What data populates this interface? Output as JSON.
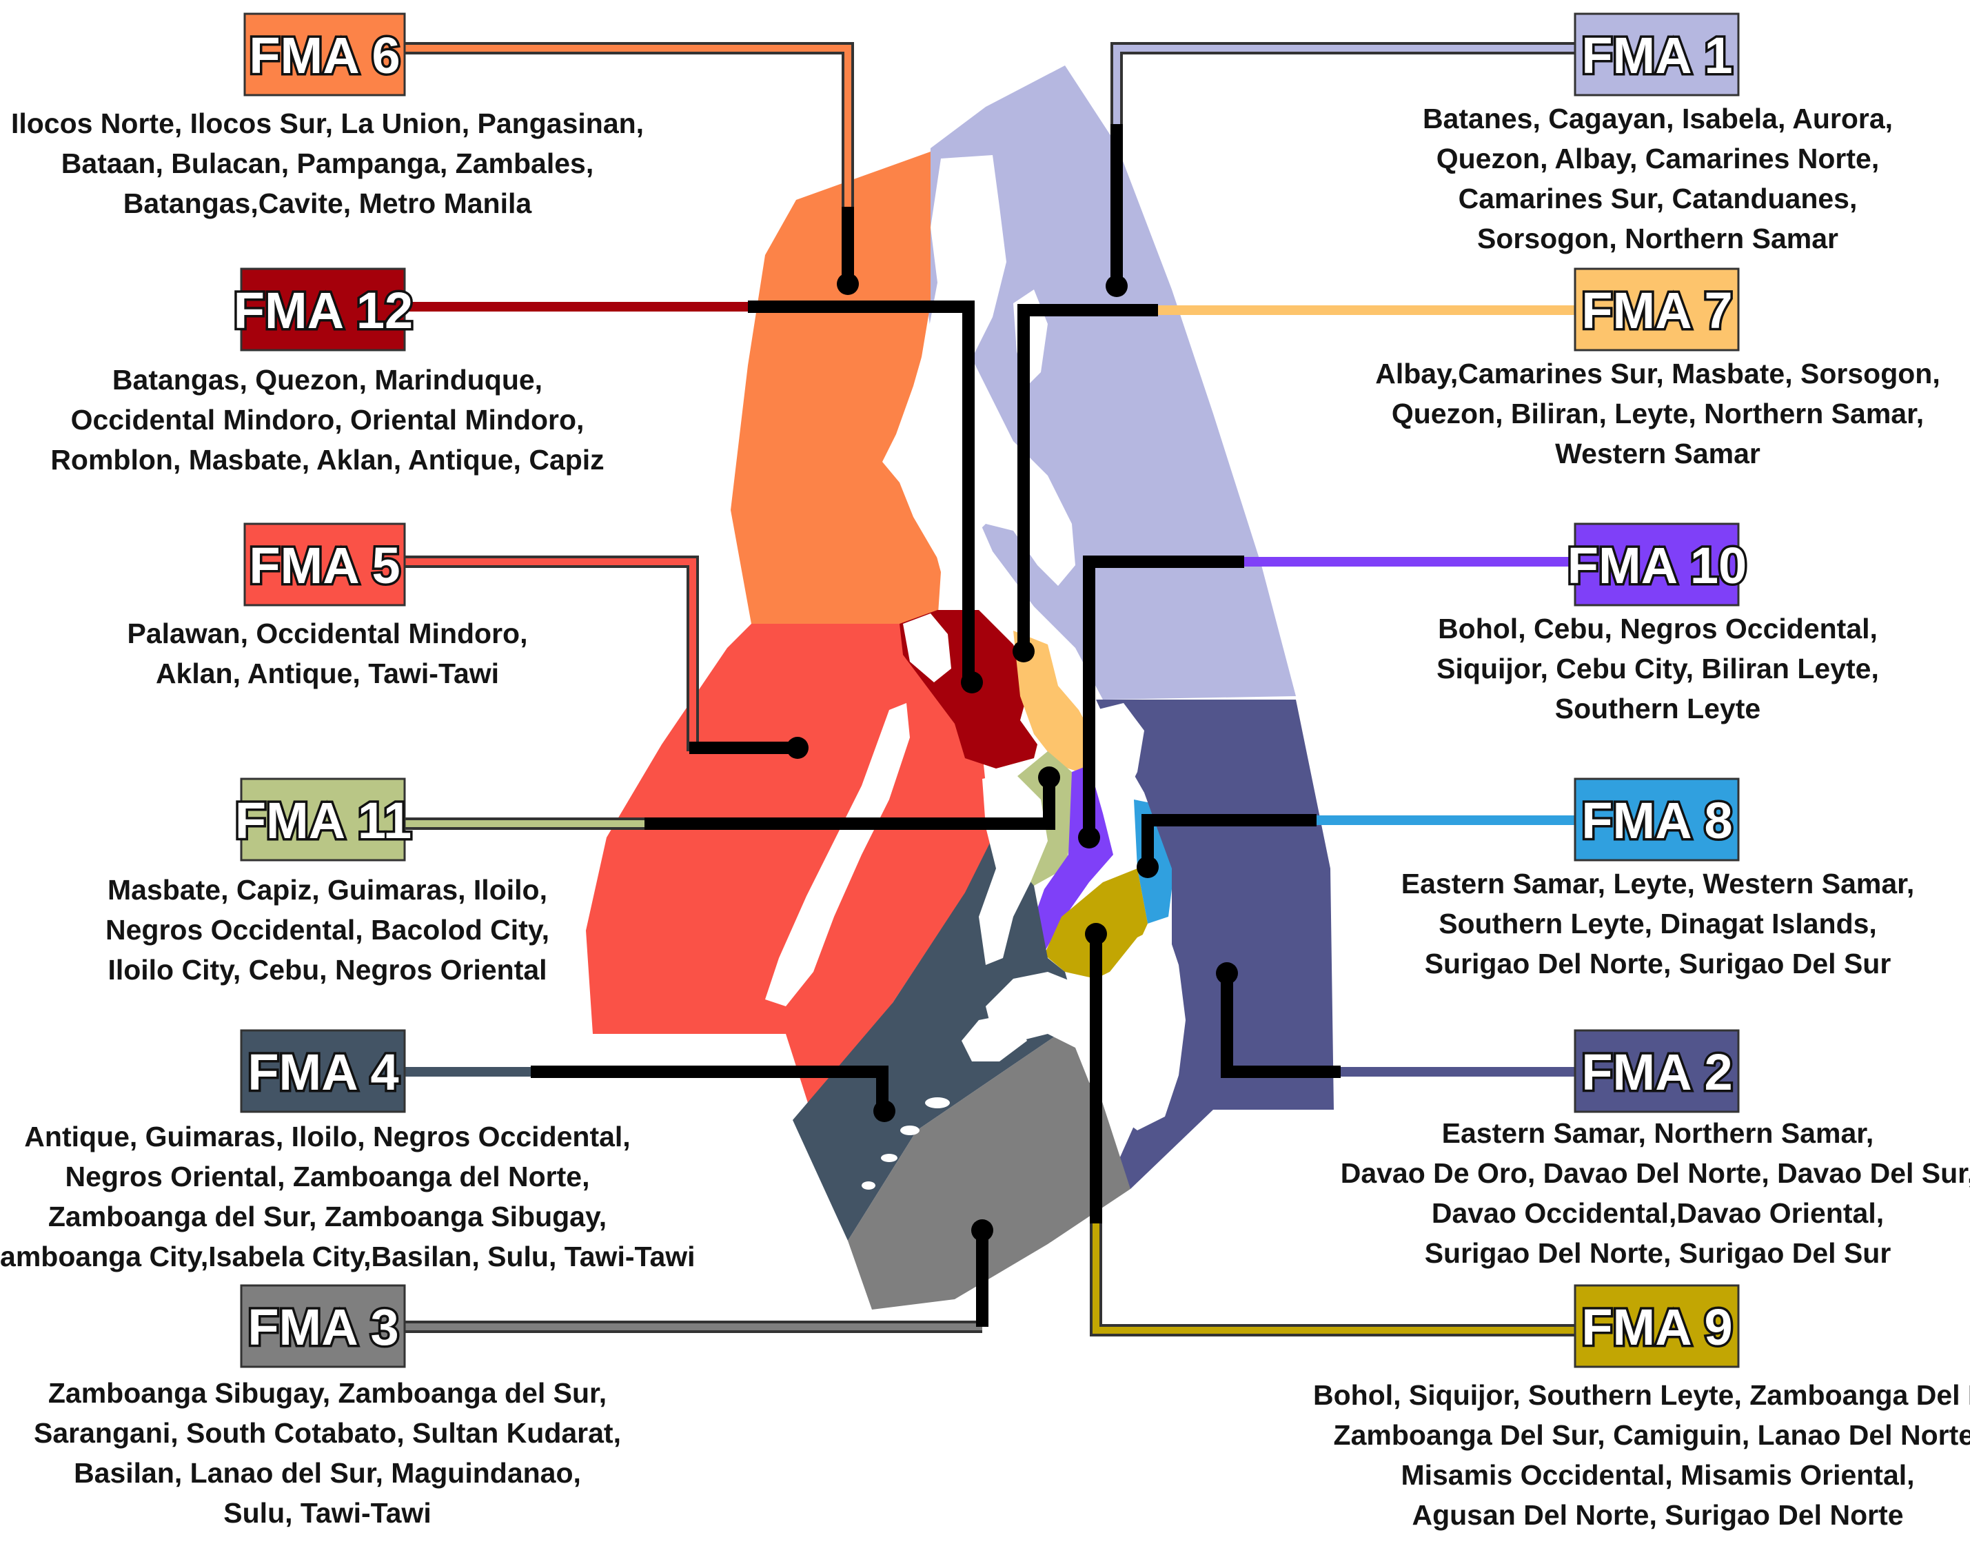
{
  "regions": [
    {
      "id": "fma6",
      "label": "FMA 6",
      "color": "#fc8348",
      "areas": [
        "Ilocos Norte, Ilocos Sur, La Union, Pangasinan,",
        "Bataan, Bulacan, Pampanga, Zambales,",
        "Batangas,Cavite, Metro Manila"
      ]
    },
    {
      "id": "fma12",
      "label": "FMA 12",
      "color": "#a5000b",
      "areas": [
        "Batangas, Quezon, Marinduque,",
        "Occidental Mindoro, Oriental Mindoro,",
        "Romblon, Masbate, Aklan, Antique, Capiz"
      ]
    },
    {
      "id": "fma5",
      "label": "FMA 5",
      "color": "#fa5247",
      "areas": [
        "Palawan, Occidental Mindoro,",
        "Aklan, Antique, Tawi-Tawi"
      ]
    },
    {
      "id": "fma11",
      "label": "FMA 11",
      "color": "#b9c686",
      "areas": [
        "Masbate, Capiz, Guimaras, Iloilo,",
        "Negros Occidental, Bacolod City,",
        "Iloilo City, Cebu, Negros Oriental"
      ]
    },
    {
      "id": "fma4",
      "label": "FMA 4",
      "color": "#435465",
      "areas": [
        "Antique, Guimaras, Iloilo, Negros Occidental,",
        "Negros Oriental, Zamboanga del Norte,",
        "Zamboanga del Sur, Zamboanga Sibugay,",
        "Zamboanga City,Isabela City,Basilan, Sulu, Tawi-Tawi"
      ]
    },
    {
      "id": "fma3",
      "label": "FMA 3",
      "color": "#7f7f7f",
      "areas": [
        "Zamboanga Sibugay, Zamboanga del Sur,",
        "Sarangani, South Cotabato, Sultan Kudarat,",
        "Basilan, Lanao del Sur, Maguindanao,",
        "Sulu, Tawi-Tawi"
      ]
    },
    {
      "id": "fma1",
      "label": "FMA 1",
      "color": "#b5b7e0",
      "areas": [
        "Batanes, Cagayan, Isabela, Aurora,",
        "Quezon, Albay,  Camarines Norte,",
        "Camarines Sur, Catanduanes,",
        "Sorsogon, Northern Samar"
      ]
    },
    {
      "id": "fma7",
      "label": "FMA 7",
      "color": "#fdc46c",
      "areas": [
        "Albay,Camarines Sur, Masbate, Sorsogon,",
        "Quezon, Biliran, Leyte, Northern Samar,",
        "Western Samar"
      ]
    },
    {
      "id": "fma10",
      "label": "FMA 10",
      "color": "#7f40f8",
      "areas": [
        "Bohol, Cebu, Negros Occidental,",
        "Siquijor, Cebu City, Biliran Leyte,",
        "Southern Leyte"
      ]
    },
    {
      "id": "fma8",
      "label": "FMA 8",
      "color": "#30a0df",
      "areas": [
        "Eastern Samar, Leyte, Western Samar,",
        "Southern Leyte, Dinagat Islands,",
        "Surigao Del Norte, Surigao Del Sur"
      ]
    },
    {
      "id": "fma2",
      "label": "FMA 2",
      "color": "#52558c",
      "areas": [
        "Eastern Samar, Northern Samar,",
        "Davao De Oro, Davao Del Norte, Davao Del Sur,",
        "Davao Occidental,Davao Oriental,",
        "Surigao Del Norte, Surigao Del Sur"
      ]
    },
    {
      "id": "fma9",
      "label": "FMA 9",
      "color": "#c2a603",
      "areas": [
        "Bohol, Siquijor, Southern Leyte, Zamboanga Del Norte,",
        "Zamboanga Del Sur, Camiguin, Lanao Del Norte,",
        "Misamis Occidental, Misamis Oriental,",
        "Agusan Del Norte, Surigao Del Norte"
      ]
    }
  ]
}
